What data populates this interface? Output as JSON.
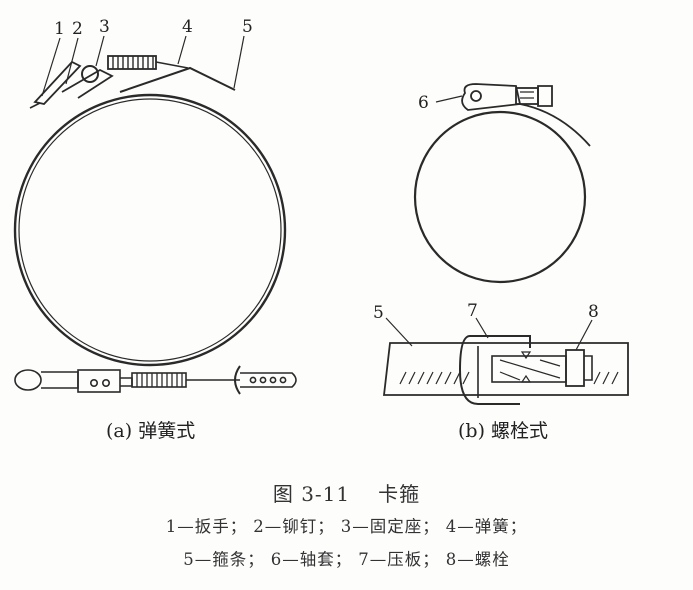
{
  "figure_number": "图 3-11",
  "figure_title": "卡箍",
  "parts": {
    "p1": "1",
    "p2": "2",
    "p3": "3",
    "p4": "4",
    "p5": "5",
    "p6": "6",
    "p7": "7",
    "p8": "8",
    "p5b": "5"
  },
  "subfigures": {
    "a": "(a) 弹簧式",
    "b": "(b) 螺栓式"
  },
  "legend": {
    "line1": [
      "1—扳手；",
      "2—铆钉；",
      "3—固定座；",
      "4—弹簧；"
    ],
    "line2": [
      "5—箍条；",
      "6—轴套；",
      "7—压板；",
      "8—螺栓"
    ]
  },
  "colors": {
    "ink": "#2a2a2a",
    "paper": "#fdfdfc"
  }
}
